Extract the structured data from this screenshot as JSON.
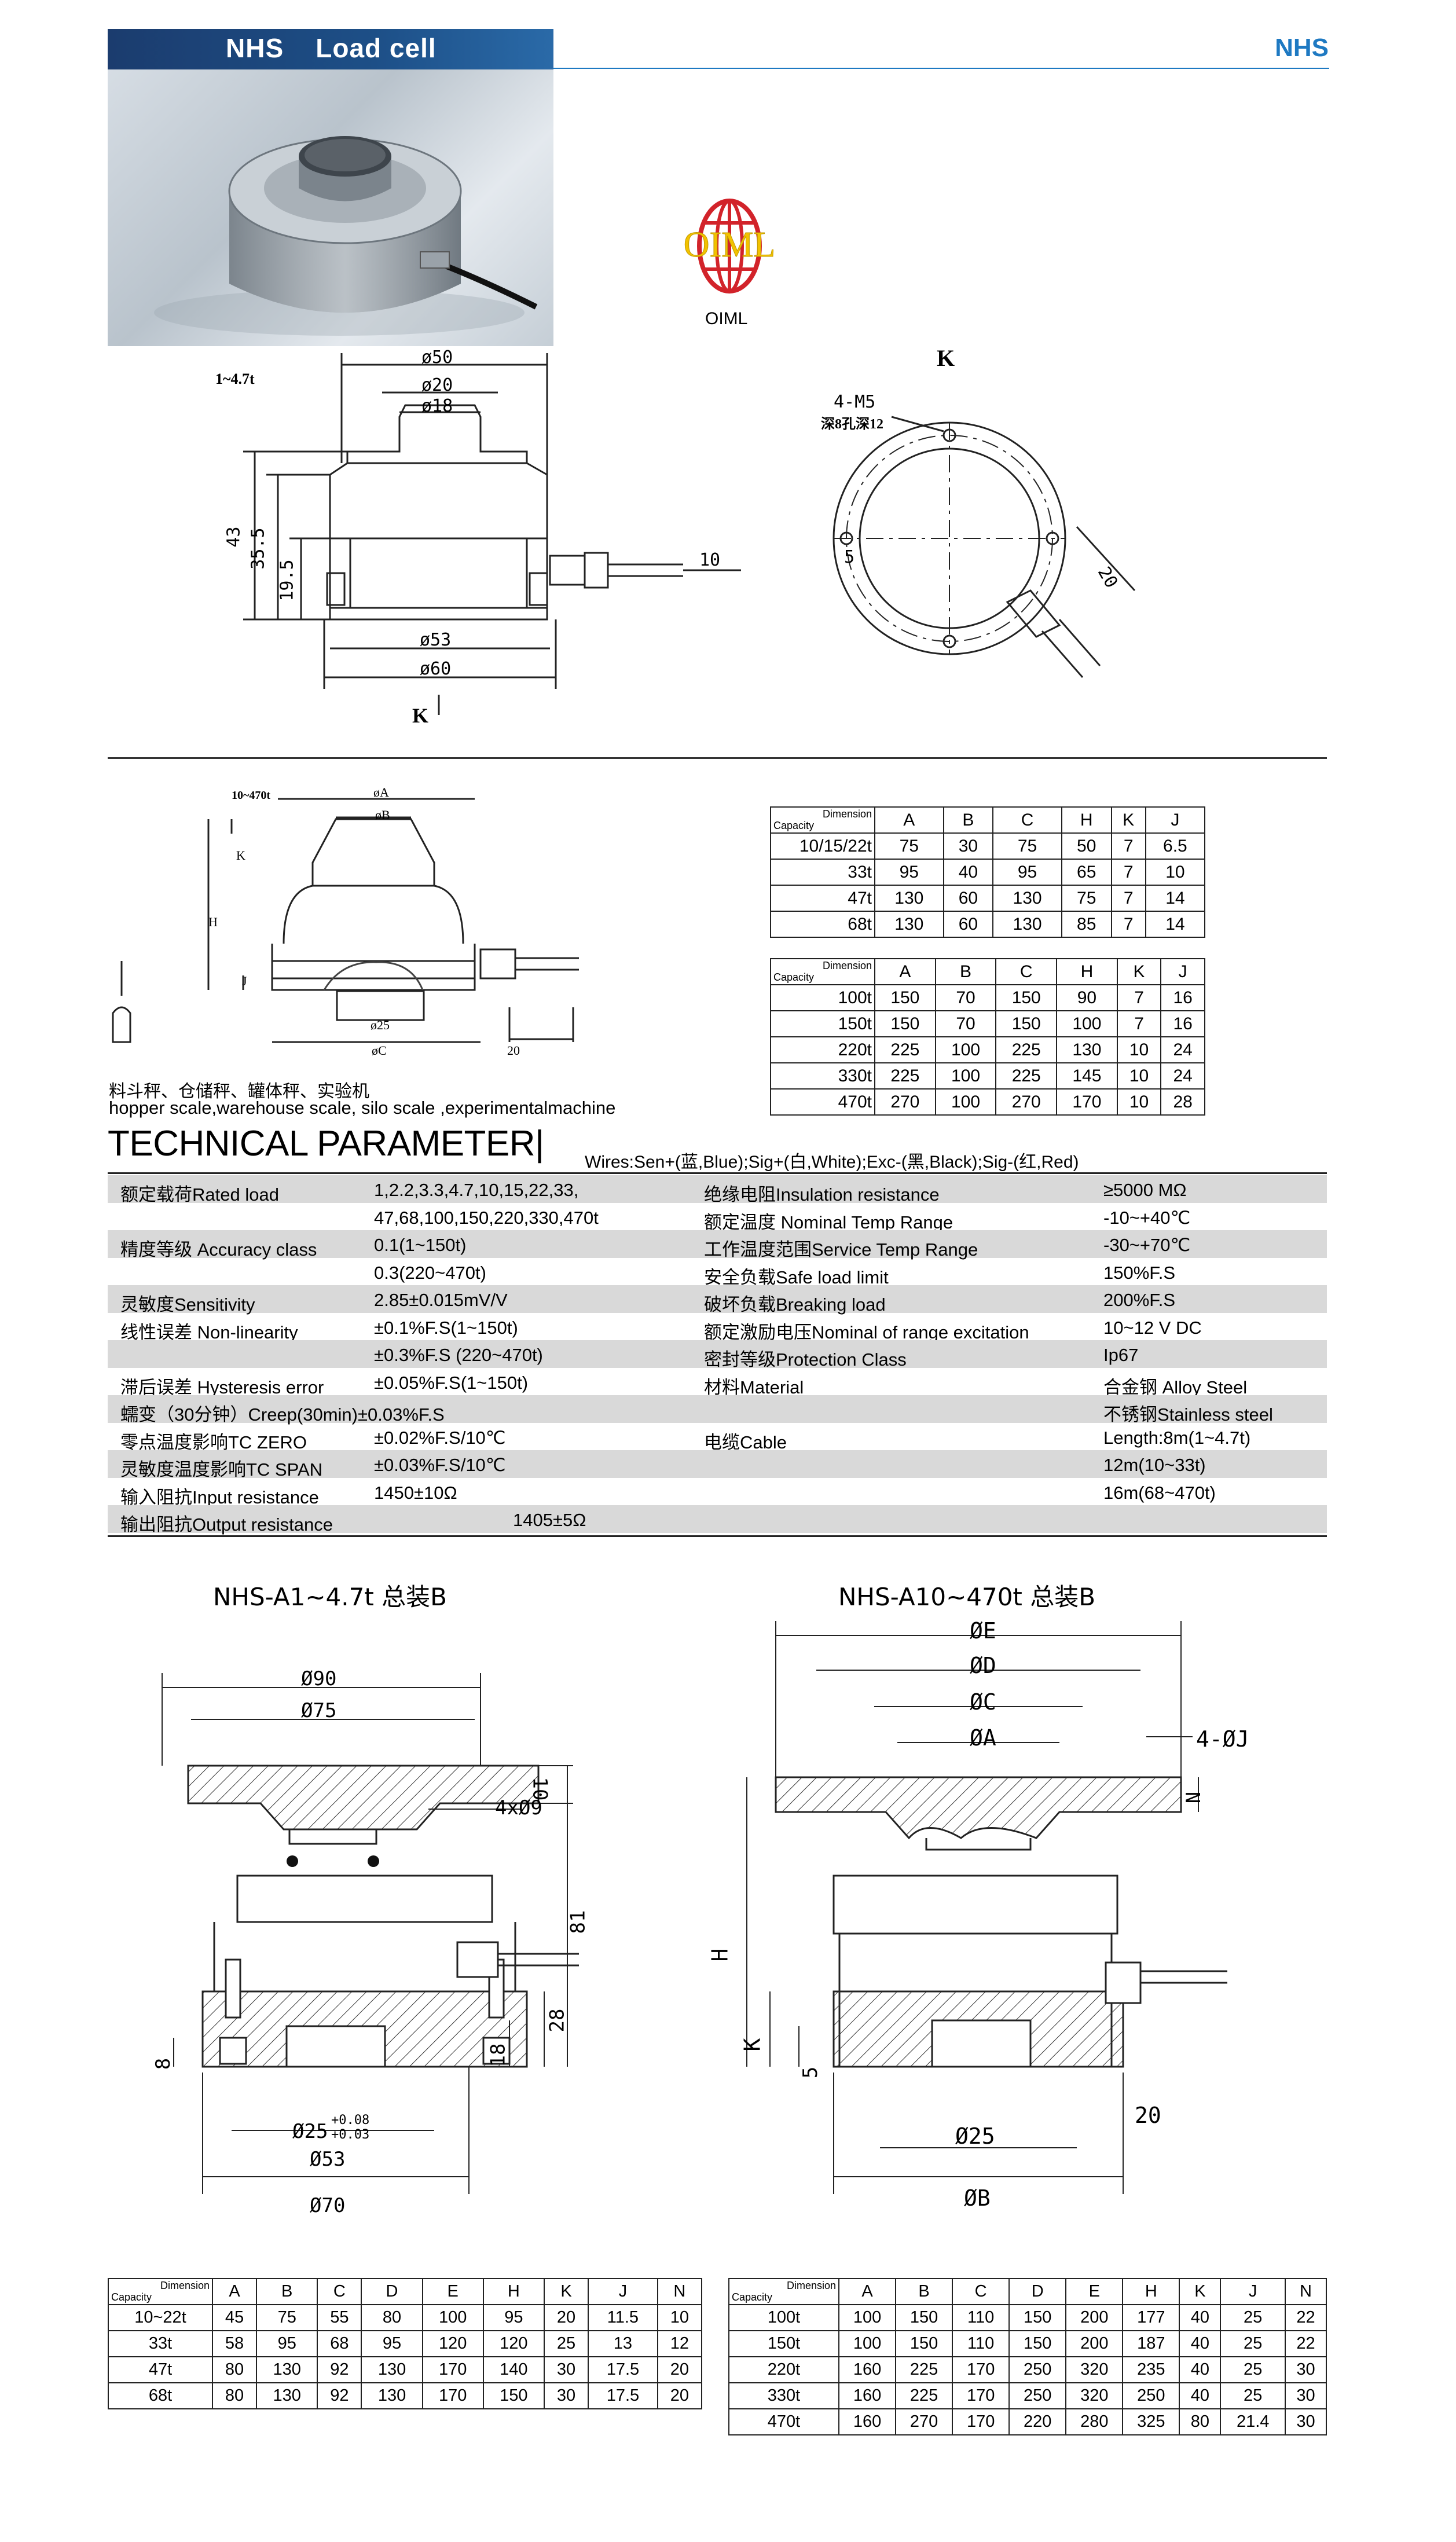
{
  "header": {
    "title": "NHS    Load cell",
    "brand": "NHS"
  },
  "oiml": {
    "logo_text": "OIML",
    "caption": "OIML"
  },
  "drawing1": {
    "range": "1~4.7t",
    "dims": {
      "d50": "ø50",
      "d20": "ø20",
      "d18": "ø18",
      "h43": "43",
      "h355": "35.5",
      "h195": "19.5",
      "d53": "ø53",
      "d60": "ø60",
      "w10": "10",
      "view": "K"
    },
    "kview": {
      "title": "K",
      "holes": "4-M5",
      "depth": "深8孔深12",
      "r5": "5",
      "r20": "20"
    }
  },
  "drawing2": {
    "range": "10~470t",
    "dims": {
      "a": "øA",
      "b": "øB",
      "c": "øC",
      "k": "K",
      "h": "H",
      "j": "J",
      "d25": "ø25",
      "w20": "20"
    },
    "caption_cn": "料斗秤、仓储秤、罐体秤、实验机",
    "caption_en": "hopper scale,warehouse scale, silo scale ,experimentalmachine"
  },
  "table1": {
    "corner_top": "Dimension",
    "corner_bottom": "Capacity",
    "headers": [
      "A",
      "B",
      "C",
      "H",
      "K",
      "J"
    ],
    "rows": [
      [
        "10/15/22t",
        "75",
        "30",
        "75",
        "50",
        "7",
        "6.5"
      ],
      [
        "33t",
        "95",
        "40",
        "95",
        "65",
        "7",
        "10"
      ],
      [
        "47t",
        "130",
        "60",
        "130",
        "75",
        "7",
        "14"
      ],
      [
        "68t",
        "130",
        "60",
        "130",
        "85",
        "7",
        "14"
      ]
    ]
  },
  "table2": {
    "corner_top": "Dimension",
    "corner_bottom": "Capacity",
    "headers": [
      "A",
      "B",
      "C",
      "H",
      "K",
      "J"
    ],
    "rows": [
      [
        "100t",
        "150",
        "70",
        "150",
        "90",
        "7",
        "16"
      ],
      [
        "150t",
        "150",
        "70",
        "150",
        "100",
        "7",
        "16"
      ],
      [
        "220t",
        "225",
        "100",
        "225",
        "130",
        "10",
        "24"
      ],
      [
        "330t",
        "225",
        "100",
        "225",
        "145",
        "10",
        "24"
      ],
      [
        "470t",
        "270",
        "100",
        "270",
        "170",
        "10",
        "28"
      ]
    ]
  },
  "tech": {
    "title": "TECHNICAL PARAMETER|",
    "wires": "Wires:Sen+(蓝,Blue);Sig+(白,White);Exc-(黑,Black);Sig-(红,Red)",
    "rows": [
      [
        "额定载荷Rated load",
        "1,2.2,3.3,4.7,10,15,22,33,",
        "绝缘电阻Insulation resistance",
        "≥5000 MΩ"
      ],
      [
        "",
        "47,68,100,150,220,330,470t",
        "额定温度 Nominal Temp Range",
        "-10~+40℃"
      ],
      [
        "精度等级 Accuracy class",
        "0.1(1~150t)",
        "工作温度范围Service Temp Range",
        "-30~+70℃"
      ],
      [
        "",
        "0.3(220~470t)",
        "安全负载Safe load limit",
        "150%F.S"
      ],
      [
        "灵敏度Sensitivity",
        "2.85±0.015mV/V",
        "破坏负载Breaking load",
        "200%F.S"
      ],
      [
        "线性误差 Non-linearity",
        "±0.1%F.S(1~150t)",
        "额定激励电压Nominal of range excitation",
        "10~12 V DC"
      ],
      [
        "",
        "±0.3%F.S (220~470t)",
        "密封等级Protection Class",
        "Ip67"
      ],
      [
        "滞后误差 Hysteresis error",
        "±0.05%F.S(1~150t)",
        "材料Material",
        "合金钢 Alloy Steel"
      ],
      [
        "蠕变（30分钟）Creep(30min)±0.03%F.S",
        "",
        "",
        "不锈钢Stainless steel"
      ],
      [
        "零点温度影响TC ZERO",
        "±0.02%F.S/10℃",
        "电缆Cable",
        "Length:8m(1~4.7t)"
      ],
      [
        "灵敏度温度影响TC SPAN",
        "±0.03%F.S/10℃",
        "",
        "12m(10~33t)"
      ],
      [
        "输入阻抗Input resistance",
        "1450±10Ω",
        "",
        "16m(68~470t)"
      ],
      [
        "输出阻抗Output resistance",
        "1405±5Ω",
        "",
        ""
      ]
    ]
  },
  "assembly_a": {
    "title": "NHS-A1~4.7t  总装B",
    "dims": {
      "d90": "Ø90",
      "d75": "Ø75",
      "t10": "10",
      "holes": "4xØ9",
      "h81": "81",
      "h28": "28",
      "h18": "18",
      "h8": "8",
      "d25": "Ø25",
      "tol_up": "+0.08",
      "tol_dn": "+0.03",
      "d53": "Ø53",
      "d70": "Ø70"
    }
  },
  "assembly_b": {
    "title": "NHS-A10~470t  总装B",
    "dims": {
      "e": "ØE",
      "d": "ØD",
      "c": "ØC",
      "a": "ØA",
      "holes": "4-ØJ",
      "n": "N",
      "h": "H",
      "k": "K",
      "t5": "5",
      "d25": "Ø25",
      "w20": "20",
      "b": "ØB"
    }
  },
  "table3": {
    "corner_top": "Dimension",
    "corner_bottom": "Capacity",
    "headers": [
      "A",
      "B",
      "C",
      "D",
      "E",
      "H",
      "K",
      "J",
      "N"
    ],
    "rows": [
      [
        "10~22t",
        "45",
        "75",
        "55",
        "80",
        "100",
        "95",
        "20",
        "11.5",
        "10"
      ],
      [
        "33t",
        "58",
        "95",
        "68",
        "95",
        "120",
        "120",
        "25",
        "13",
        "12"
      ],
      [
        "47t",
        "80",
        "130",
        "92",
        "130",
        "170",
        "140",
        "30",
        "17.5",
        "20"
      ],
      [
        "68t",
        "80",
        "130",
        "92",
        "130",
        "170",
        "150",
        "30",
        "17.5",
        "20"
      ]
    ]
  },
  "table4": {
    "corner_top": "Dimension",
    "corner_bottom": "Capacity",
    "headers": [
      "A",
      "B",
      "C",
      "D",
      "E",
      "H",
      "K",
      "J",
      "N"
    ],
    "rows": [
      [
        "100t",
        "100",
        "150",
        "110",
        "150",
        "200",
        "177",
        "40",
        "25",
        "22"
      ],
      [
        "150t",
        "100",
        "150",
        "110",
        "150",
        "200",
        "187",
        "40",
        "25",
        "22"
      ],
      [
        "220t",
        "160",
        "225",
        "170",
        "250",
        "320",
        "235",
        "40",
        "25",
        "30"
      ],
      [
        "330t",
        "160",
        "225",
        "170",
        "250",
        "320",
        "250",
        "40",
        "25",
        "30"
      ],
      [
        "470t",
        "160",
        "270",
        "170",
        "220",
        "280",
        "325",
        "80",
        "21.4",
        "30"
      ]
    ]
  },
  "colors": {
    "header_bar": "#1d4f87",
    "brand": "#1e79c2",
    "row_shade": "#d9d9d9",
    "oiml_red": "#d2232a",
    "oiml_gold": "#f2c200"
  }
}
